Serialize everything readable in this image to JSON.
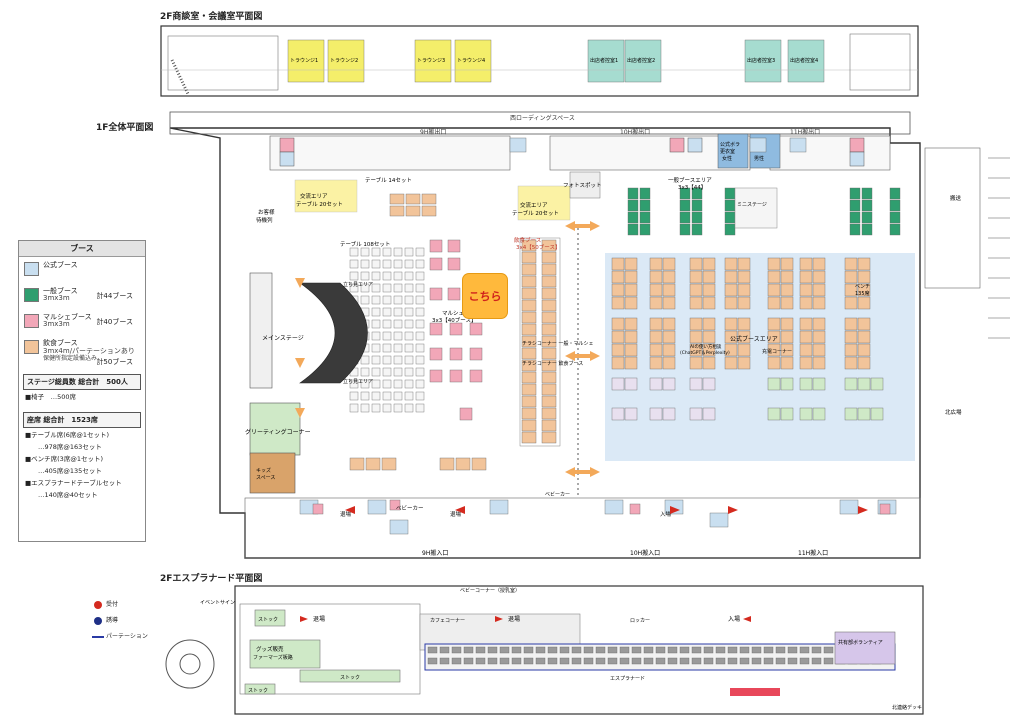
{
  "headers": {
    "floor2_meeting": "2F商談室・会議室平面図",
    "floor1_overall": "1F全体平面図",
    "floor2_esplanade": "2Fエスプラナード平面図"
  },
  "legend": {
    "title": "ブース",
    "booths": [
      {
        "label": "公式ブース",
        "size": "",
        "note": "",
        "count": "",
        "color": "#c9dff0"
      },
      {
        "label": "一般ブース",
        "size": "3mx3m",
        "note": "",
        "count": "計44ブース",
        "color": "#2f9e6f"
      },
      {
        "label": "マルシェブース",
        "size": "3mx3m",
        "note": "",
        "count": "計40ブース",
        "color": "#f2a7b8"
      },
      {
        "label": "飲食ブース",
        "size": "3mx4m/パーテーションあり",
        "note": "保健所指定設備込み",
        "count": "計50ブース",
        "color": "#f2c49a"
      }
    ],
    "stage_seats_title": "ステージ総員数 総合計　500人",
    "stage_seats_line": "■椅子　…500席",
    "seat_total_title": "座席 総合計　1523席",
    "seat_lines": [
      "■テーブル席(6席@1セット)",
      "　　…978席@163セット",
      "■ベンチ席(3席@1セット)",
      "　　…405席@135セット",
      "■エスプラナードテーブルセット",
      "　　…140席@40セット"
    ]
  },
  "floor1_labels": {
    "west_loading": "西ローディングスペース",
    "exit_9h_top": "9H搬出口",
    "exit_10h_top": "10H搬出口",
    "exit_11h_top": "11H搬出口",
    "entry_9h": "9H搬入口",
    "entry_10h": "10H搬入口",
    "entry_11h": "11H搬入口",
    "table14": "テーブル 14セット",
    "table108": "テーブル 108セット",
    "exchange_left": "交流エリア",
    "exchange_left_sub": "テーブル 20セット",
    "exchange_right": "交流エリア",
    "exchange_right_sub": "テーブル 20セット",
    "waiting": "お客様",
    "waiting_sub": "待機列",
    "photo_spot": "フォトスポット",
    "general_area": "一般ブースエリア",
    "general_area_sub": "3x3【44】",
    "mini_stage": "ミニステージ",
    "food_booth": "飲食ブース",
    "food_booth_sub": "3x4【50ブース】",
    "marche": "マルシェ",
    "marche_sub": "3x3【40ブース】",
    "main_stage": "メインステージ",
    "standing_top": "立ち見エリア",
    "standing_bottom": "立ち見エリア",
    "leaflet_general": "チラシコーナー 一般・マルシェ",
    "leaflet_food": "チラシコーナー 飲食ブース",
    "official_area": "公式ブースエリア",
    "ai_room": "AIの使い方相談",
    "ai_room_sub": "(ChatGPT＆Perplexity)",
    "charge": "充電コーナー",
    "bench": "ベンチ",
    "bench_sub": "135席",
    "greeting": "グリーティングコーナー",
    "kids": "キッズ",
    "kids_sub": "スペース",
    "baby_car": "ベビーカー",
    "baby_car2": "ベビーカー",
    "exit_word": "退場",
    "enter_word": "入場",
    "kochira": "こちら",
    "north_square": "北広場",
    "parking": "搬送",
    "staff_room_m": "男性",
    "staff_room_f": "女性",
    "official_changing": "公式ボラ",
    "official_changing_sub": "更衣室"
  },
  "floor2_meeting_rooms": [
    {
      "label": "トラウンジ1",
      "color": "#f4ee6a"
    },
    {
      "label": "トラウンジ2",
      "color": "#f4ee6a"
    },
    {
      "label": "トラウンジ3",
      "color": "#f4ee6a"
    },
    {
      "label": "トラウンジ4",
      "color": "#f4ee6a"
    },
    {
      "label": "出店者控室1",
      "color": "#a6dcd0"
    },
    {
      "label": "出店者控室2",
      "color": "#a6dcd0"
    },
    {
      "label": "出店者控室3",
      "color": "#a6dcd0"
    },
    {
      "label": "出店者控室4",
      "color": "#a6dcd0"
    }
  ],
  "esplanade": {
    "legend_reception": "受付",
    "legend_guide": "誘導",
    "legend_partition": "パーテーション",
    "goods": "グッズ販売",
    "goods_sub": "ファーマーズ販路",
    "stock": "ストック",
    "stock2": "ストック",
    "stock3": "ストック",
    "cafe": "カフェコーナー",
    "baby_corner": "ベビーコーナー（授乳室）",
    "exit1": "退場",
    "exit2": "退場",
    "enter": "入場",
    "locker": "ロッカー",
    "esplanade_label": "エスプラナード",
    "volunteer": "共有部ボランティア",
    "north_deck": "北連絡デッキ",
    "event_sign": "イベントサイン"
  },
  "colors": {
    "official": "#c9dff0",
    "general": "#2f9e6f",
    "marche": "#f2a7b8",
    "food": "#f2c49a",
    "yellow": "#f4ee6a",
    "green_light": "#cfe9c7",
    "kochira_bg": "#ffb93c",
    "kochira_text": "#d0221c",
    "exit_red": "#d42a1f"
  }
}
